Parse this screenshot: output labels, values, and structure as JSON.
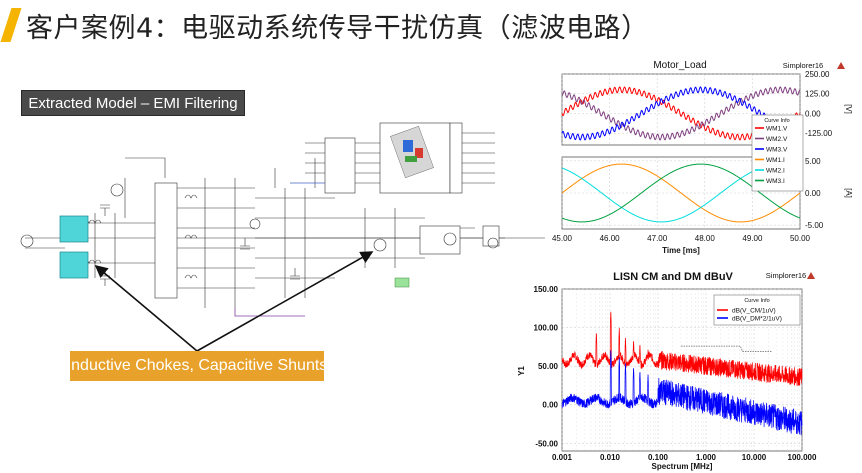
{
  "slide": {
    "title": "客户案例4：电驱动系统传导干扰仿真（滤波电路）",
    "model_label": "Extracted Model – EMI Filtering",
    "callout_label": "Inductive Chokes, Capacitive Shunts"
  },
  "colors": {
    "accent": "#f5b400",
    "callout": "#e8a22b",
    "label_box": "#4a4a4a",
    "cm_red": "#ff0000",
    "dm_blue": "#0000ff"
  },
  "chart_data": [
    {
      "type": "line",
      "title": "Motor_Load",
      "source_label": "Simplorer16",
      "legend_title": "Curve Info",
      "top_panel": {
        "ylabel": "[V]",
        "y_ticks": [
          "250.00",
          "125.00",
          "0.00",
          "-125.00"
        ],
        "ylim": [
          -200,
          250
        ],
        "series": [
          {
            "name": "WM1.V",
            "color": "#ff0000",
            "amplitude": 150,
            "phase_deg": 0
          },
          {
            "name": "WM2.V",
            "color": "#7f3f7f",
            "amplitude": 150,
            "phase_deg": 120
          },
          {
            "name": "WM3.V",
            "color": "#0000ff",
            "amplitude": 150,
            "phase_deg": 240
          }
        ]
      },
      "bottom_panel": {
        "ylabel": "[A]",
        "y_ticks": [
          "5.00",
          "0.00",
          "-5.00"
        ],
        "ylim": [
          -5.6,
          5.6
        ],
        "series": [
          {
            "name": "WM1.I",
            "color": "#ff8c00",
            "amplitude": 4.5,
            "phase_deg": 0
          },
          {
            "name": "WM2.I",
            "color": "#00dddd",
            "amplitude": 4.5,
            "phase_deg": 120
          },
          {
            "name": "WM3.I",
            "color": "#00a040",
            "amplitude": 4.5,
            "phase_deg": 240
          }
        ]
      },
      "x": {
        "label": "Time [ms]",
        "ticks": [
          "45.00",
          "46.00",
          "47.00",
          "48.00",
          "49.00",
          "50.00"
        ],
        "range": [
          45,
          50
        ]
      }
    },
    {
      "type": "line",
      "title": "LISN CM and DM dBuV",
      "source_label": "Simplorer16",
      "legend_title": "Curve Info",
      "xlabel": "Spectrum [MHz]",
      "ylabel": "Y1",
      "x_scale": "log",
      "x_ticks": [
        "0.001",
        "0.010",
        "0.100",
        "1.000",
        "10.000",
        "100.000"
      ],
      "xlim": [
        0.001,
        100
      ],
      "y_ticks": [
        "150.00",
        "100.00",
        "50.00",
        "0.00",
        "-50.00"
      ],
      "ylim": [
        -60,
        150
      ],
      "grid": true,
      "series": [
        {
          "name": "dB(V_CM/1uV)",
          "color": "#ff0000"
        },
        {
          "name": "dB(V_DM*2/1uV)",
          "color": "#0000ff"
        }
      ]
    }
  ]
}
